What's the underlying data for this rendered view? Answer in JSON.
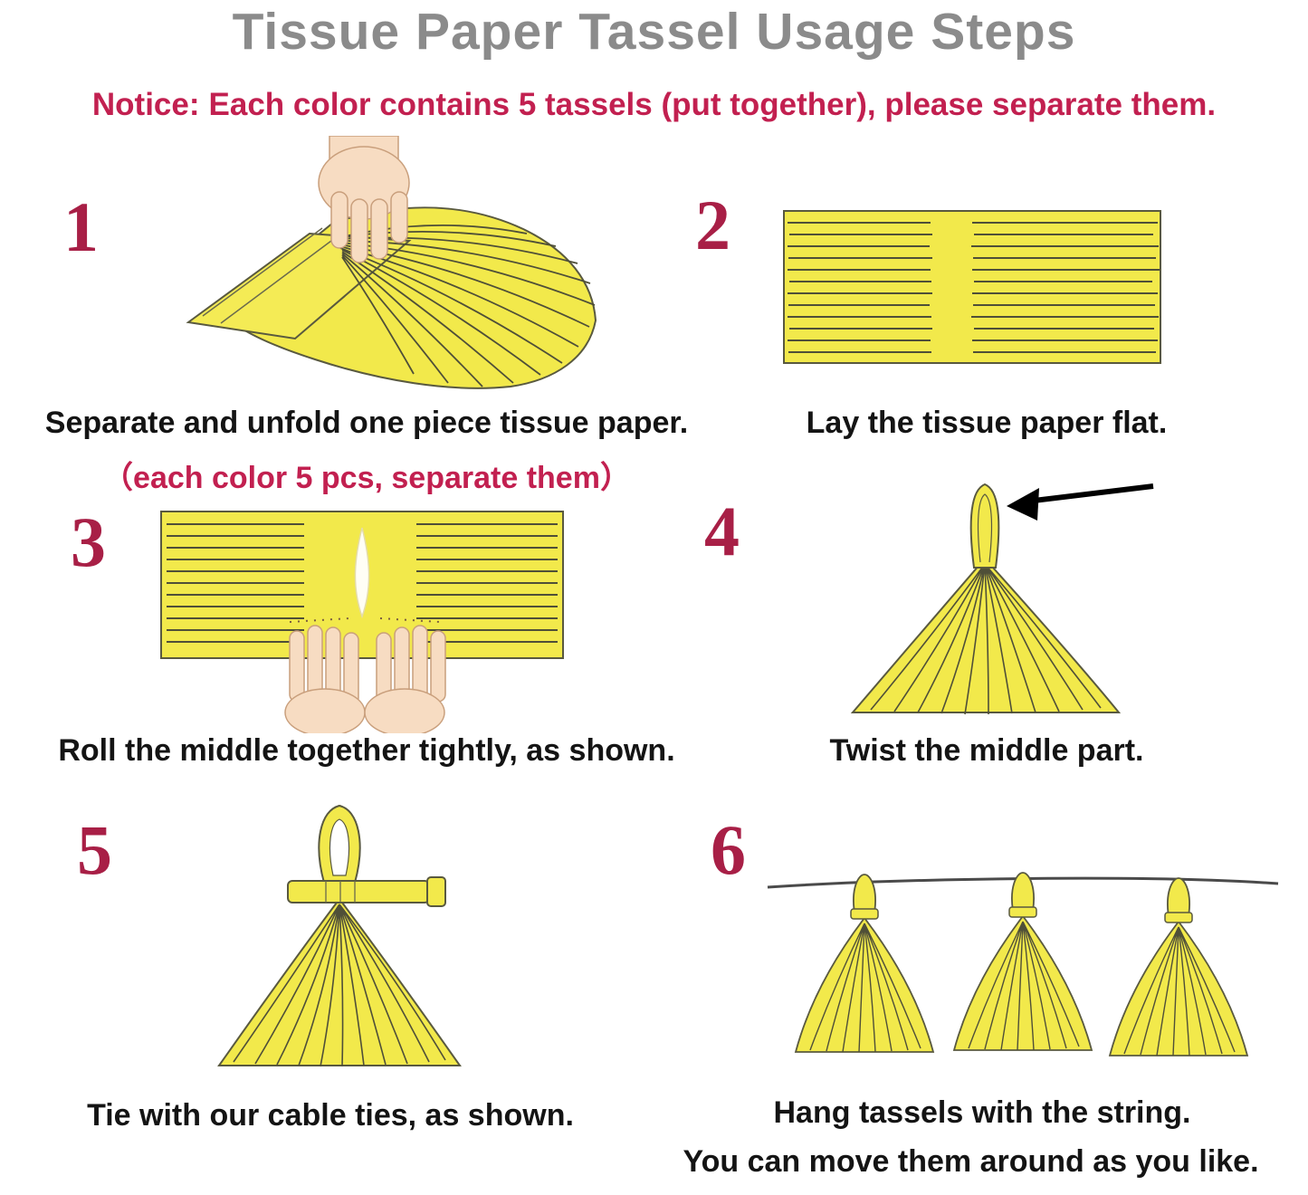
{
  "page": {
    "title": "Tissue Paper Tassel Usage Steps",
    "notice_label": "Notice:",
    "notice_text": "Each color contains 5 tassels (put together), please separate them."
  },
  "steps": [
    {
      "number": "1",
      "caption": "Separate and unfold one piece tissue paper.",
      "subcaption": "（each color 5 pcs, separate them）"
    },
    {
      "number": "2",
      "caption": "Lay the tissue paper flat."
    },
    {
      "number": "3",
      "caption": "Roll the middle together tightly, as shown."
    },
    {
      "number": "4",
      "caption": "Twist the middle part."
    },
    {
      "number": "5",
      "caption": "Tie with our cable ties, as shown."
    },
    {
      "number": "6",
      "caption": "Hang tassels with the string.",
      "caption2": "You can move them around as you like."
    }
  ],
  "colors": {
    "accent_red": "#c22050",
    "step_number_red": "#a81f46",
    "title_gray": "#8b8b8b",
    "tassel_yellow": "#f2e94b",
    "outline": "#59593f",
    "text_black": "#141414"
  }
}
